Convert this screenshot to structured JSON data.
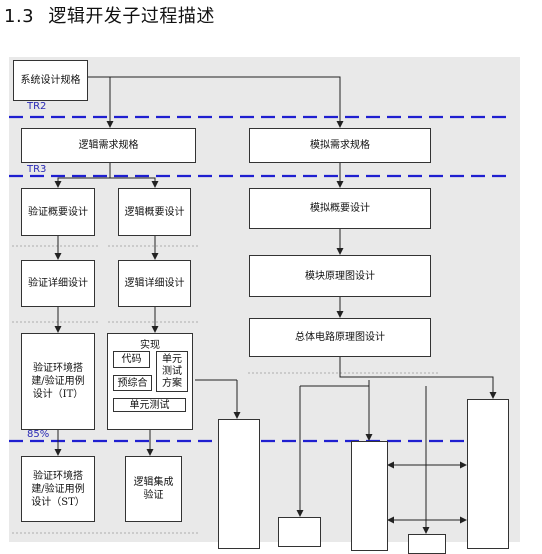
{
  "heading": {
    "number": "1.3",
    "title": "逻辑开发子过程描述"
  },
  "milestones": {
    "tr2": "TR2",
    "tr3": "TR3",
    "pct85": "85%"
  },
  "boxes": {
    "system_spec": "系统设计规格",
    "logic_req": "逻辑需求规格",
    "analog_req": "模拟需求规格",
    "verify_outline": "验证概要设计",
    "logic_outline": "逻辑概要设计",
    "analog_outline": "模拟概要设计",
    "verify_detail": "验证详细设计",
    "logic_detail": "逻辑详细设计",
    "module_schematic": "模块原理图设计",
    "overall_schematic": "总体电路原理图设计",
    "verify_env_it_1": "验证环境搭",
    "verify_env_it_2": "建/验证用例",
    "verify_env_it_3": "设计（IT）",
    "impl_title": "实现",
    "impl_code": "代码",
    "impl_unit_1": "单元",
    "impl_unit_2": "测试",
    "impl_unit_3": "方案",
    "impl_presynth": "预综合",
    "impl_unit_test": "单元测试",
    "verify_env_st_1": "验证环境搭",
    "verify_env_st_2": "建/验证用例",
    "verify_env_st_3": "设计（ST）",
    "logic_integration_1": "逻辑集成",
    "logic_integration_2": "验证"
  },
  "colors": {
    "milestone_line": "#1f1fd0",
    "canvas_bg": "#e9e9e9",
    "box_border": "#333333"
  }
}
